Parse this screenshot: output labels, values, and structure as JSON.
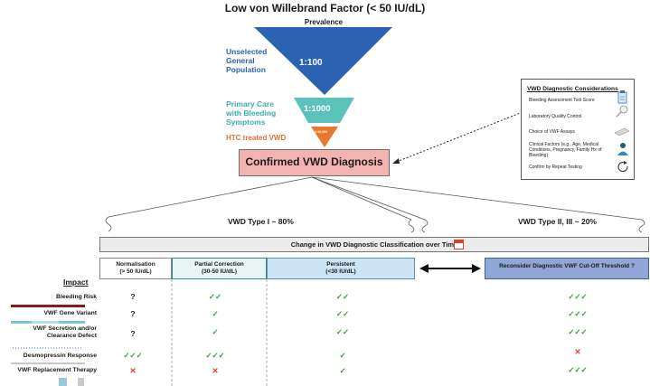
{
  "title": "Low von Willebrand Factor (< 50 IU/dL)",
  "funnel": {
    "heading": "Prevalence",
    "tiers": [
      {
        "label_lines": [
          "Unselected",
          "General",
          "Population"
        ],
        "value": "1:100",
        "color": "#2b63b0"
      },
      {
        "label_lines": [
          "Primary Care",
          "with Bleeding",
          "Symptoms"
        ],
        "value": "1:1000",
        "color": "#5cc1ba"
      },
      {
        "label_lines": [
          "HTC treated VWD"
        ],
        "value": "1:10,000",
        "color": "#e8782c"
      }
    ]
  },
  "confirmed_diagnosis": "Confirmed VWD Diagnosis",
  "considerations": {
    "title": "VWD Diagnostic Considerations",
    "items": [
      {
        "lines": [
          "Bleeding Assessment Tool Score"
        ],
        "icon": "clipboard-icon"
      },
      {
        "lines": [
          "Laboratory Quality Control"
        ],
        "icon": "magnifier-icon"
      },
      {
        "lines": [
          "Choice of VWF Assays"
        ],
        "icon": "slide-icon"
      },
      {
        "lines": [
          "Clinical Factors (e.g., Age, Medical",
          "Conditions, Pregnancy, Family Hx of",
          "Bleeding)"
        ],
        "icon": "person-icon"
      },
      {
        "lines": [
          "Confirm by Repeat Testing"
        ],
        "icon": "repeat-icon"
      }
    ]
  },
  "types": {
    "type1": "VWD Type I ~ 80%",
    "type2": "VWD Type II, III ~ 20%"
  },
  "change_bar": "Change in VWD Diagnostic Classification over Time",
  "categories": [
    {
      "lines": [
        "Normalisation",
        "(> 50 IU/dL)"
      ]
    },
    {
      "lines": [
        "Partial Correction",
        "(30-50 IU/dL)"
      ]
    },
    {
      "lines": [
        "Persistent",
        "(<30 IU/dL)"
      ]
    },
    {
      "lines": [
        "Reconsider Diagnostic VWF Cut-Off Threshold ?"
      ]
    }
  ],
  "impact_heading": "Impact",
  "rows": [
    {
      "lines": [
        "Bleeding Risk"
      ],
      "cells": [
        "?",
        "✓✓",
        "✓✓",
        "✓✓✓"
      ]
    },
    {
      "lines": [
        "VWF Gene Variant"
      ],
      "cells": [
        "?",
        "✓",
        "✓✓",
        "✓✓✓"
      ]
    },
    {
      "lines": [
        "VWF Secretion and/or",
        "Clearance Defect"
      ],
      "cells": [
        "?",
        "✓",
        "✓✓",
        "✓✓✓"
      ]
    },
    {
      "lines": [
        "Desmopressin Response"
      ],
      "cells": [
        "✓✓✓",
        "✓✓✓",
        "✓",
        "✕"
      ]
    },
    {
      "lines": [
        "VWF Replacement Therapy"
      ],
      "cells": [
        "✕",
        "✕",
        "✓",
        "✓✓✓"
      ]
    }
  ],
  "colors": {
    "confirmed_fill": "#f3b3b1",
    "normalisation_fill": "#ffffff",
    "partial_fill": "#e6f4f3",
    "persistent_fill": "#cde4f6",
    "reconsider_fill": "#8fa6d6",
    "check": "#3a9b3a",
    "cross": "#d9412f"
  }
}
